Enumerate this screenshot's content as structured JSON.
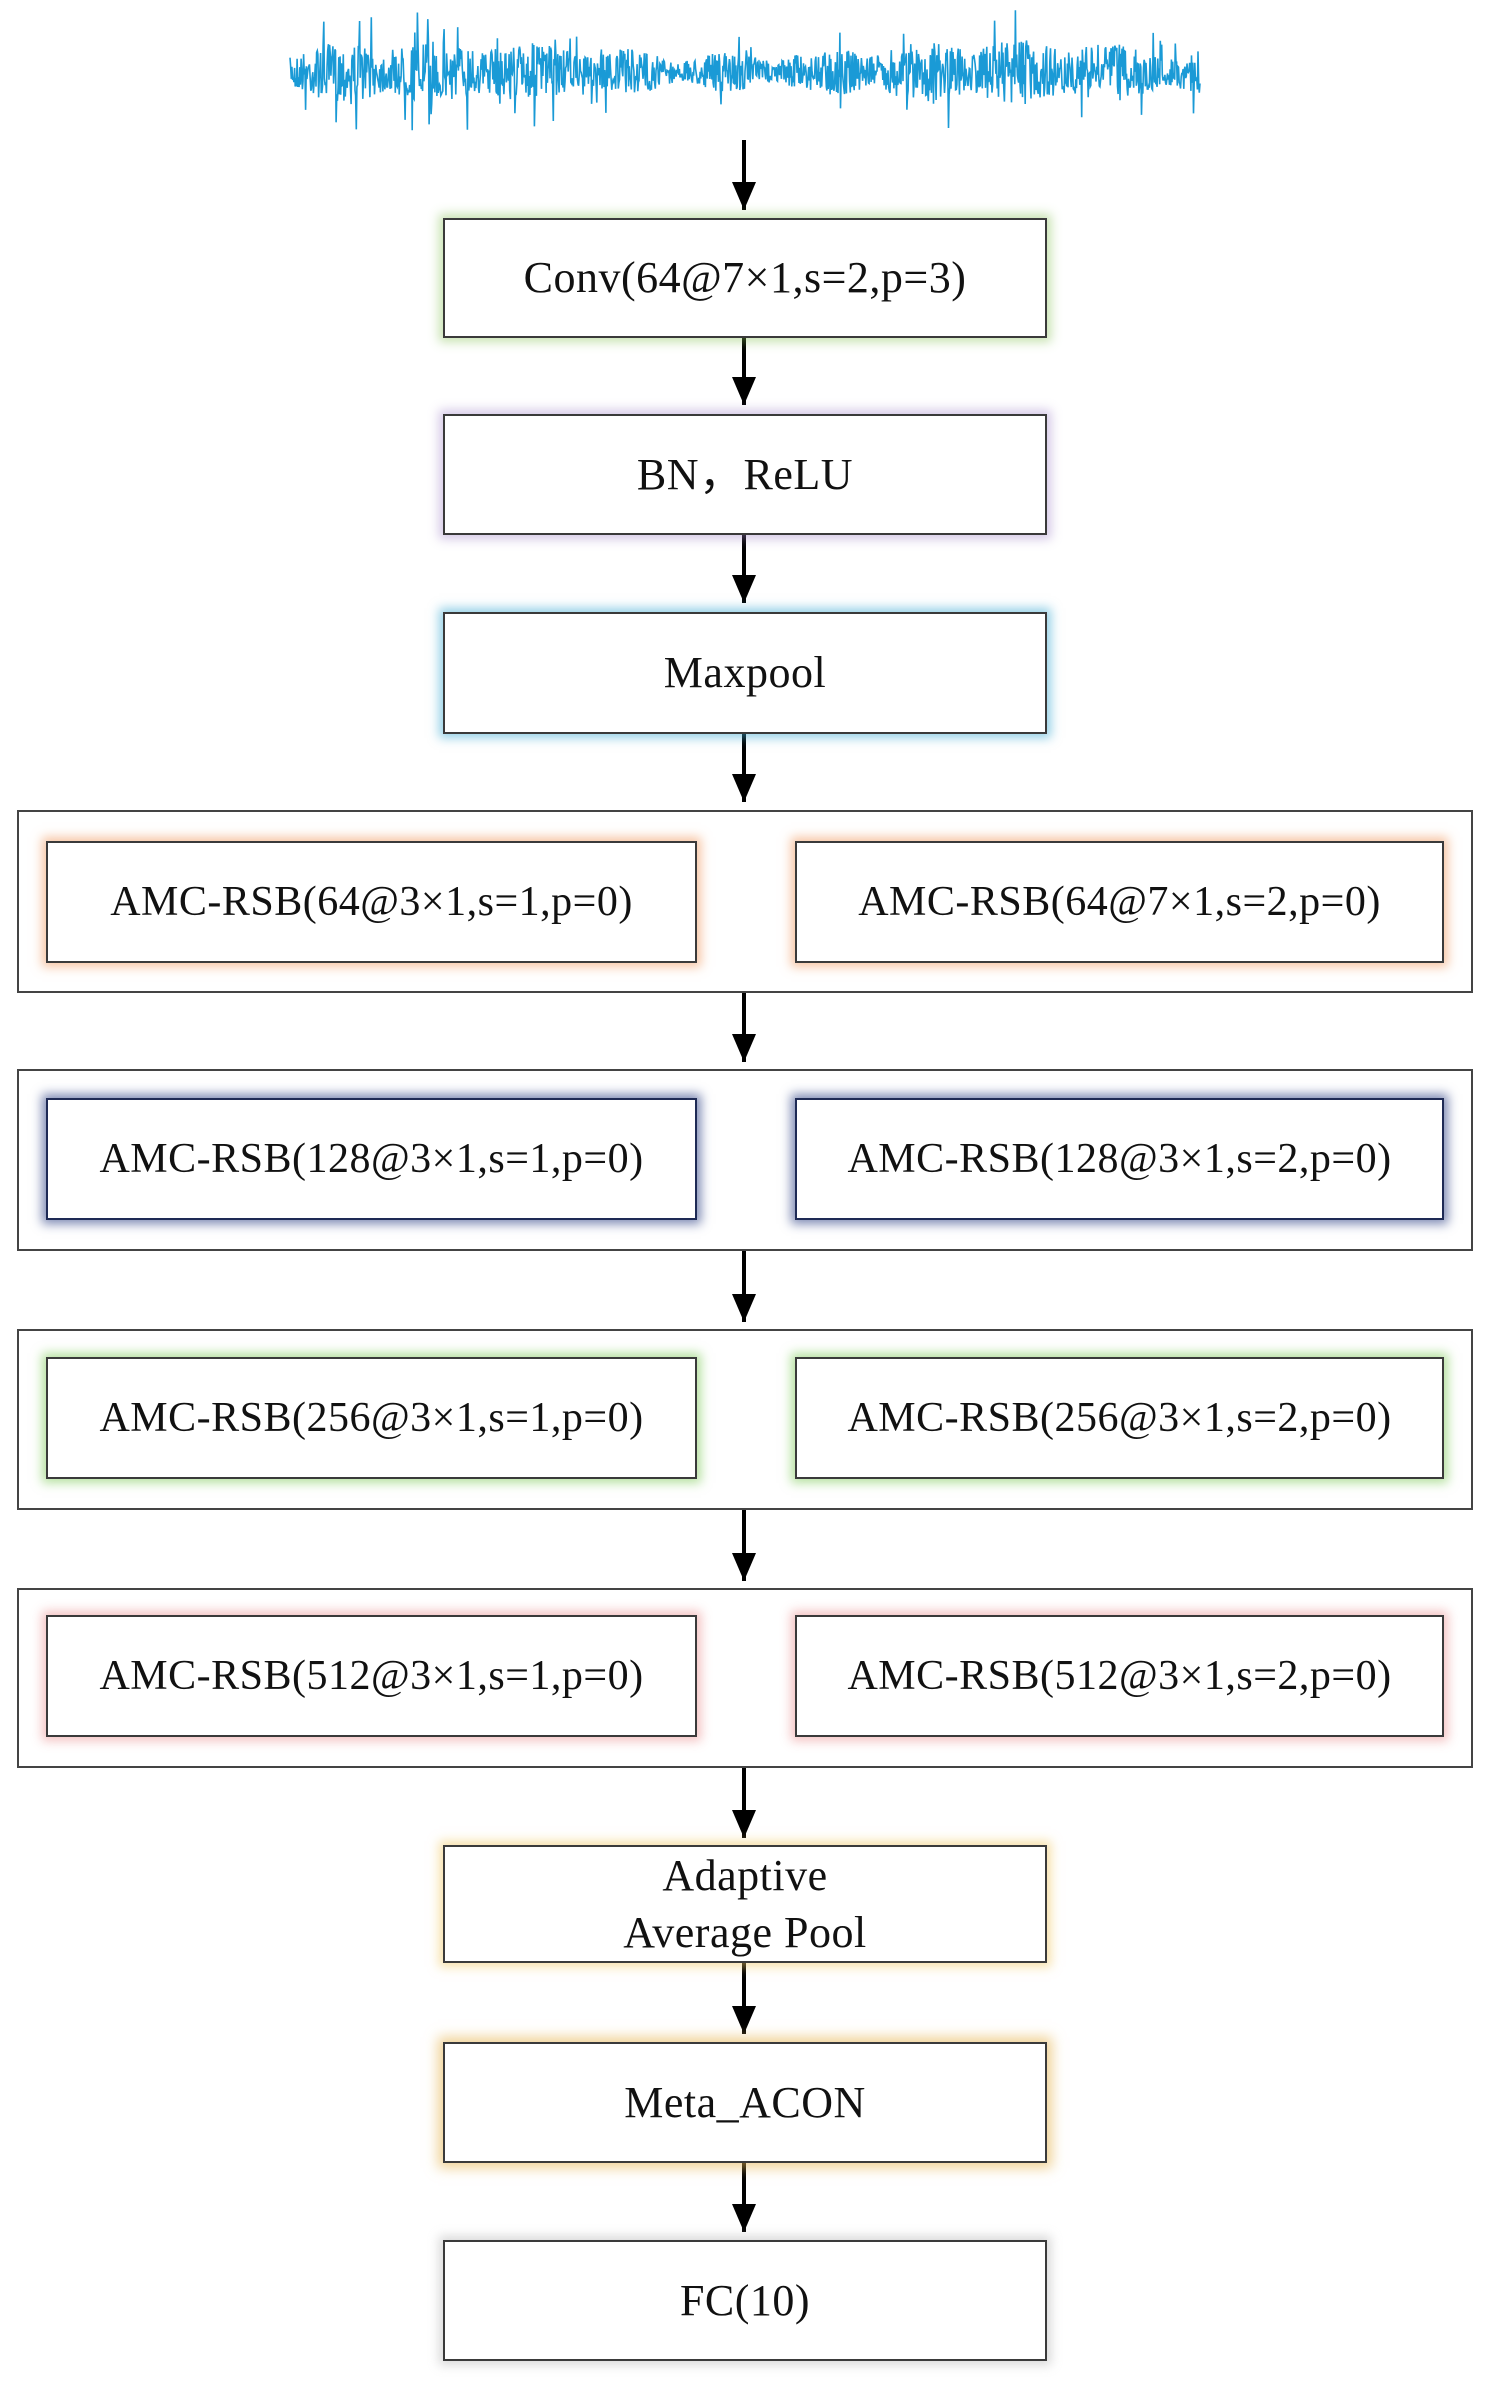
{
  "input": {
    "kind": "vibration-signal-waveform",
    "color": "#1a9ad6"
  },
  "layers": {
    "conv": "Conv(64@7×1,s=2,p=3)",
    "bn_relu": "BN，ReLU",
    "maxpool": "Maxpool",
    "adaptive_pool_line1": "Adaptive",
    "adaptive_pool_line2": "Average Pool",
    "meta_acon": "Meta_ACON",
    "fc": "FC(10)"
  },
  "stages": [
    {
      "left": "AMC-RSB(64@3×1,s=1,p=0)",
      "right": "AMC-RSB(64@7×1,s=2,p=0)"
    },
    {
      "left": "AMC-RSB(128@3×1,s=1,p=0)",
      "right": "AMC-RSB(128@3×1,s=2,p=0)"
    },
    {
      "left": "AMC-RSB(256@3×1,s=1,p=0)",
      "right": "AMC-RSB(256@3×1,s=2,p=0)"
    },
    {
      "left": "AMC-RSB(512@3×1,s=1,p=0)",
      "right": "AMC-RSB(512@3×1,s=2,p=0)"
    }
  ]
}
